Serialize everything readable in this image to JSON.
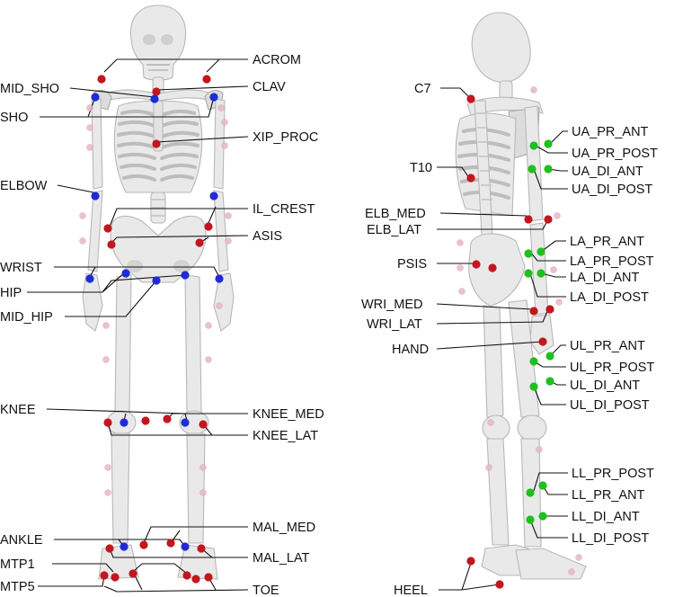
{
  "colors": {
    "red": "#c4161c",
    "blue": "#1f2bd6",
    "green": "#1fbf1f",
    "faint": "#e7b7c9"
  },
  "front": {
    "labels": {
      "acrom": "ACROM",
      "mid_sho": "MID_SHO",
      "clav": "CLAV",
      "sho": "SHO",
      "xip_proc": "XIP_PROC",
      "elbow": "ELBOW",
      "il_crest": "IL_CREST",
      "asis": "ASIS",
      "wrist": "WRIST",
      "hip": "HIP",
      "mid_hip": "MID_HIP",
      "knee": "KNEE",
      "knee_med": "KNEE_MED",
      "knee_lat": "KNEE_LAT",
      "mal_med": "MAL_MED",
      "ankle": "ANKLE",
      "mal_lat": "MAL_LAT",
      "mtp1": "MTP1",
      "mtp5": "MTP5",
      "toe": "TOE"
    }
  },
  "back": {
    "labels": {
      "c7": "C7",
      "ua_pr_ant": "UA_PR_ANT",
      "ua_pr_post": "UA_PR_POST",
      "t10": "T10",
      "ua_di_ant": "UA_DI_ANT",
      "ua_di_post": "UA_DI_POST",
      "elb_med": "ELB_MED",
      "elb_lat": "ELB_LAT",
      "la_pr_ant": "LA_PR_ANT",
      "psis": "PSIS",
      "la_pr_post": "LA_PR_POST",
      "la_di_ant": "LA_DI_ANT",
      "la_di_post": "LA_DI_POST",
      "wri_med": "WRI_MED",
      "wri_lat": "WRI_LAT",
      "hand": "HAND",
      "ul_pr_ant": "UL_PR_ANT",
      "ul_pr_post": "UL_PR_POST",
      "ul_di_ant": "UL_DI_ANT",
      "ul_di_post": "UL_DI_POST",
      "ll_pr_post": "LL_PR_POST",
      "ll_pr_ant": "LL_PR_ANT",
      "ll_di_ant": "LL_DI_ANT",
      "ll_di_post": "LL_DI_POST",
      "heel": "HEEL"
    }
  }
}
